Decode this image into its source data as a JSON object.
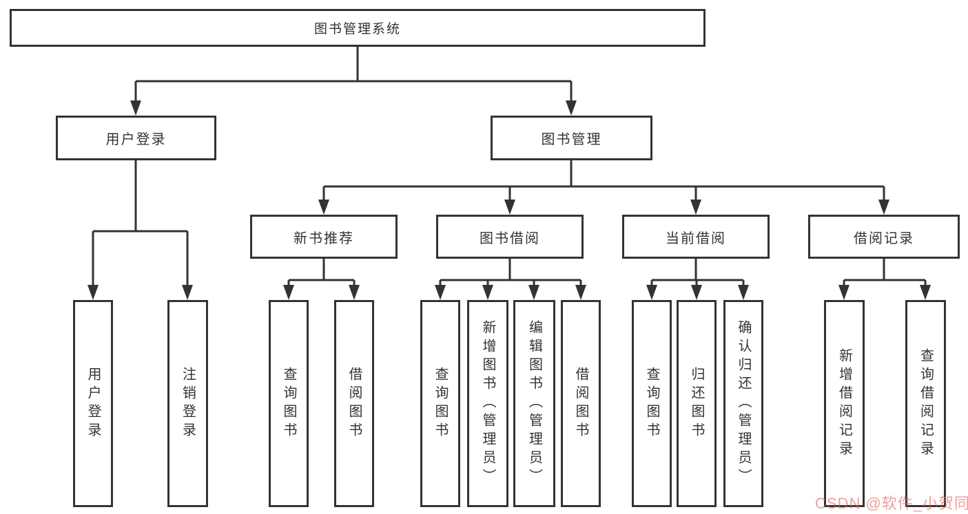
{
  "diagram": {
    "title_node": "图书管理系统",
    "level2": {
      "user_login": "用户登录",
      "book_mgmt": "图书管理"
    },
    "level3": {
      "new_books": "新书推荐",
      "borrowing": "图书借阅",
      "current": "当前借阅",
      "records": "借阅记录"
    },
    "level4": {
      "user_login": [
        "用户登录",
        "注销登录"
      ],
      "new_books": [
        "查询图书",
        "借阅图书"
      ],
      "borrowing": [
        "查询图书",
        "新增图书（管理员）",
        "编辑图书（管理员）",
        "借阅图书"
      ],
      "current": [
        "查询图书",
        "归还图书",
        "确认归还（管理员）"
      ],
      "records": [
        "新增借阅记录",
        "查询借阅记录"
      ]
    }
  },
  "watermark": {
    "text": "CSDN @软件_小贺同学",
    "color": "#dd665e"
  },
  "colors": {
    "line": "#333333",
    "border": "#333333",
    "text": "#333333",
    "background": "#ffffff"
  }
}
